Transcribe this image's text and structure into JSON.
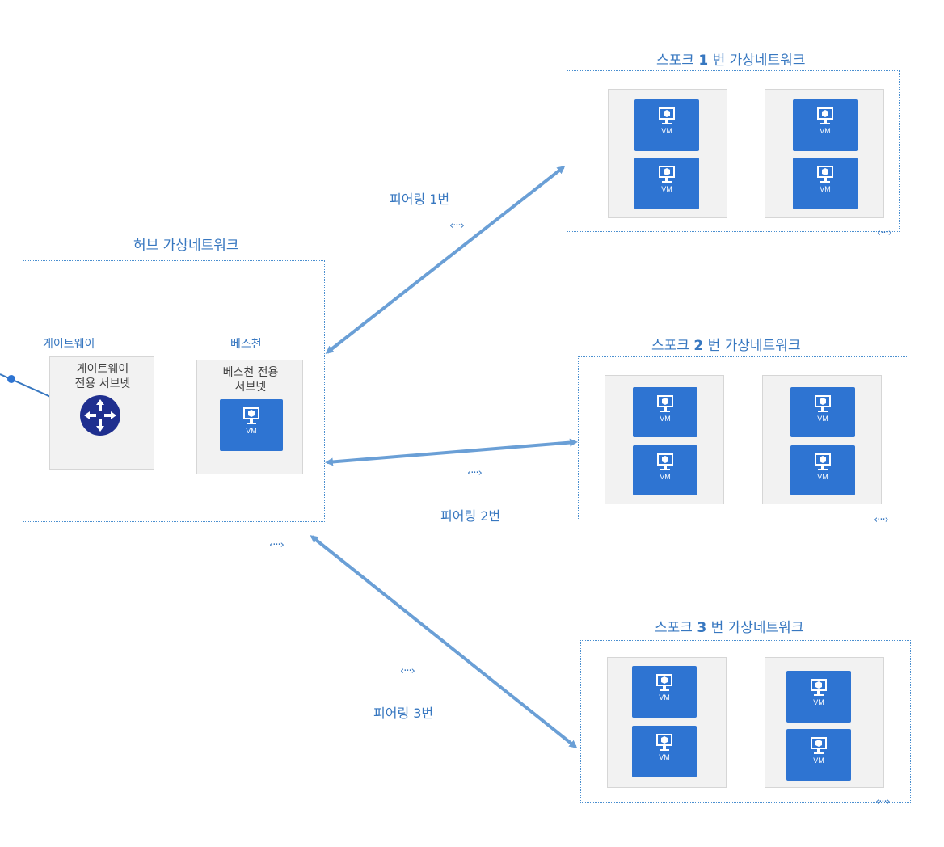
{
  "hub": {
    "title": "허브 가상네트워크",
    "gateway_label": "게이트웨이",
    "gateway_subnet": "게이트웨이\n전용 서브넷",
    "bastion_label": "베스천",
    "bastion_subnet": "베스천 전용\n서브넷",
    "vm_label": "VM"
  },
  "spokes": [
    {
      "prefix": "스포크 ",
      "num": "1",
      "suffix": " 번 가상네트워크",
      "vm_label": "VM"
    },
    {
      "prefix": "스포크 ",
      "num": "2",
      "suffix": " 번 가상네트워크",
      "vm_label": "VM"
    },
    {
      "prefix": "스포크 ",
      "num": "3",
      "suffix": " 번 가상네트워크",
      "vm_label": "VM"
    }
  ],
  "peerings": [
    {
      "label": "피어링 1번",
      "icon": "‹···›"
    },
    {
      "label": "피어링 2번",
      "icon": "‹···›"
    },
    {
      "label": "피어링 3번",
      "icon": "‹···›"
    }
  ],
  "vnet_icon": "‹···›",
  "colors": {
    "accent": "#3777c0",
    "vm": "#2e74d2",
    "router": "#1f2f8f",
    "arrow": "#6a9fd6"
  },
  "icons": {
    "vm": "vm-monitor-icon",
    "router": "router-icon",
    "peering": "vnet-peering-icon"
  }
}
